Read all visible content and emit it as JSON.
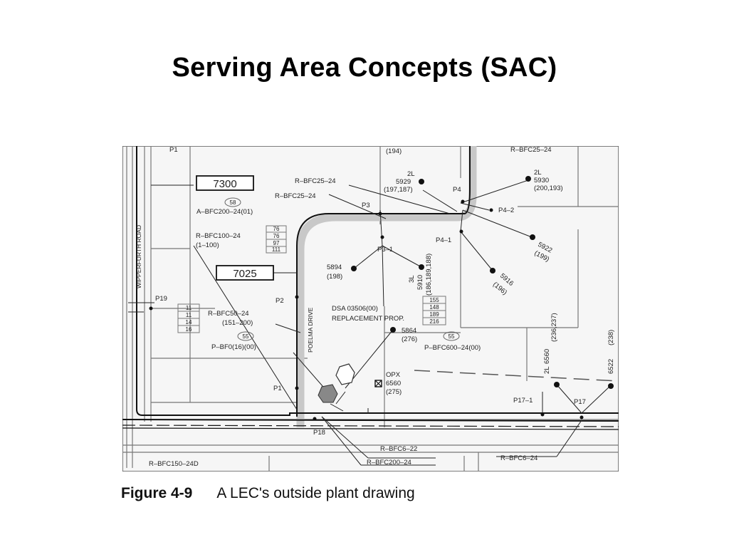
{
  "slide": {
    "title": "Serving Area Concepts (SAC)"
  },
  "figure": {
    "caption_number": "Figure 4-9",
    "caption_text": "A LEC's outside plant drawing",
    "labels": {
      "p1_top": "P1",
      "area_7300": "7300",
      "area_7025": "7025",
      "circle_58": "58",
      "circle_55a": "55",
      "circle_55b": "55",
      "cable_a_bfc200": "A–BFC200–24(01)",
      "cable_r_bfc100": "R–BFC100–24",
      "range_1_100": "(1–100)",
      "box_76a": "76",
      "box_76b": "76",
      "box_97": "97",
      "box_111": "111",
      "cable_r_bfc25_a": "R–BFC25–24",
      "cable_r_bfc25_b": "R–BFC25–24",
      "cable_r_bfc25_c": "R–BFC25–24",
      "road_wipperfurth": "WIPPERFURTH ROAD",
      "road_poelma": "POELMA  DRIVE",
      "p19": "P19",
      "box_11a": "11",
      "box_11b": "11",
      "box_14": "14",
      "box_16": "16",
      "cable_r_bfc50": "R–BFC50–24",
      "range_151_200": "(151–200)",
      "cable_p_bf0": "P–BF0(16)(00)",
      "p2": "P2",
      "p3": "P3",
      "p3_1": "P3–1",
      "p4": "P4",
      "p4_1": "P4–1",
      "p4_2": "P4–2",
      "top_194": "(194)",
      "lot_5929_type": "2L",
      "lot_5929": "5929",
      "lot_5929_pairs": "(197,187)",
      "lot_5930_type": "2L",
      "lot_5930": "5930",
      "lot_5930_pairs": "(200,193)",
      "lot_5922": "5922",
      "lot_5922_pairs": "(199)",
      "lot_5916": "5916",
      "lot_5916_pairs": "(196)",
      "lot_5894": "5894",
      "lot_5894_pairs": "(198)",
      "lot_5910_type": "3L",
      "lot_5910": "5910",
      "lot_5910_pairs": "(186,189,188)",
      "dsa": "DSA  03506(00)",
      "replacement": "REPLACEMENT  PROP.",
      "box_155": "155",
      "box_148": "148",
      "box_189": "189",
      "box_216": "216",
      "lot_5864": "5864",
      "lot_5864_pairs": "(276)",
      "cable_p_bfc600": "P–BFC600–24(00)",
      "opx": "OPX",
      "opx_6560": "6560",
      "opx_pairs": "(275)",
      "lot_6560_type": "2L",
      "lot_6560": "6560",
      "lot_6560_pairs": "(236,237)",
      "lot_6522": "6522",
      "lot_6522_pairs": "(238)",
      "p17_1": "P17–1",
      "p17": "P17",
      "p18": "P18",
      "p1": "P1",
      "cable_r_bfc6_22": "R–BFC6–22",
      "cable_r_bfc200": "R–BFC200–24",
      "cable_r_bfc6_24": "R–BFC6–24",
      "cable_r_bfc150": "R–BFC150–24D"
    }
  }
}
